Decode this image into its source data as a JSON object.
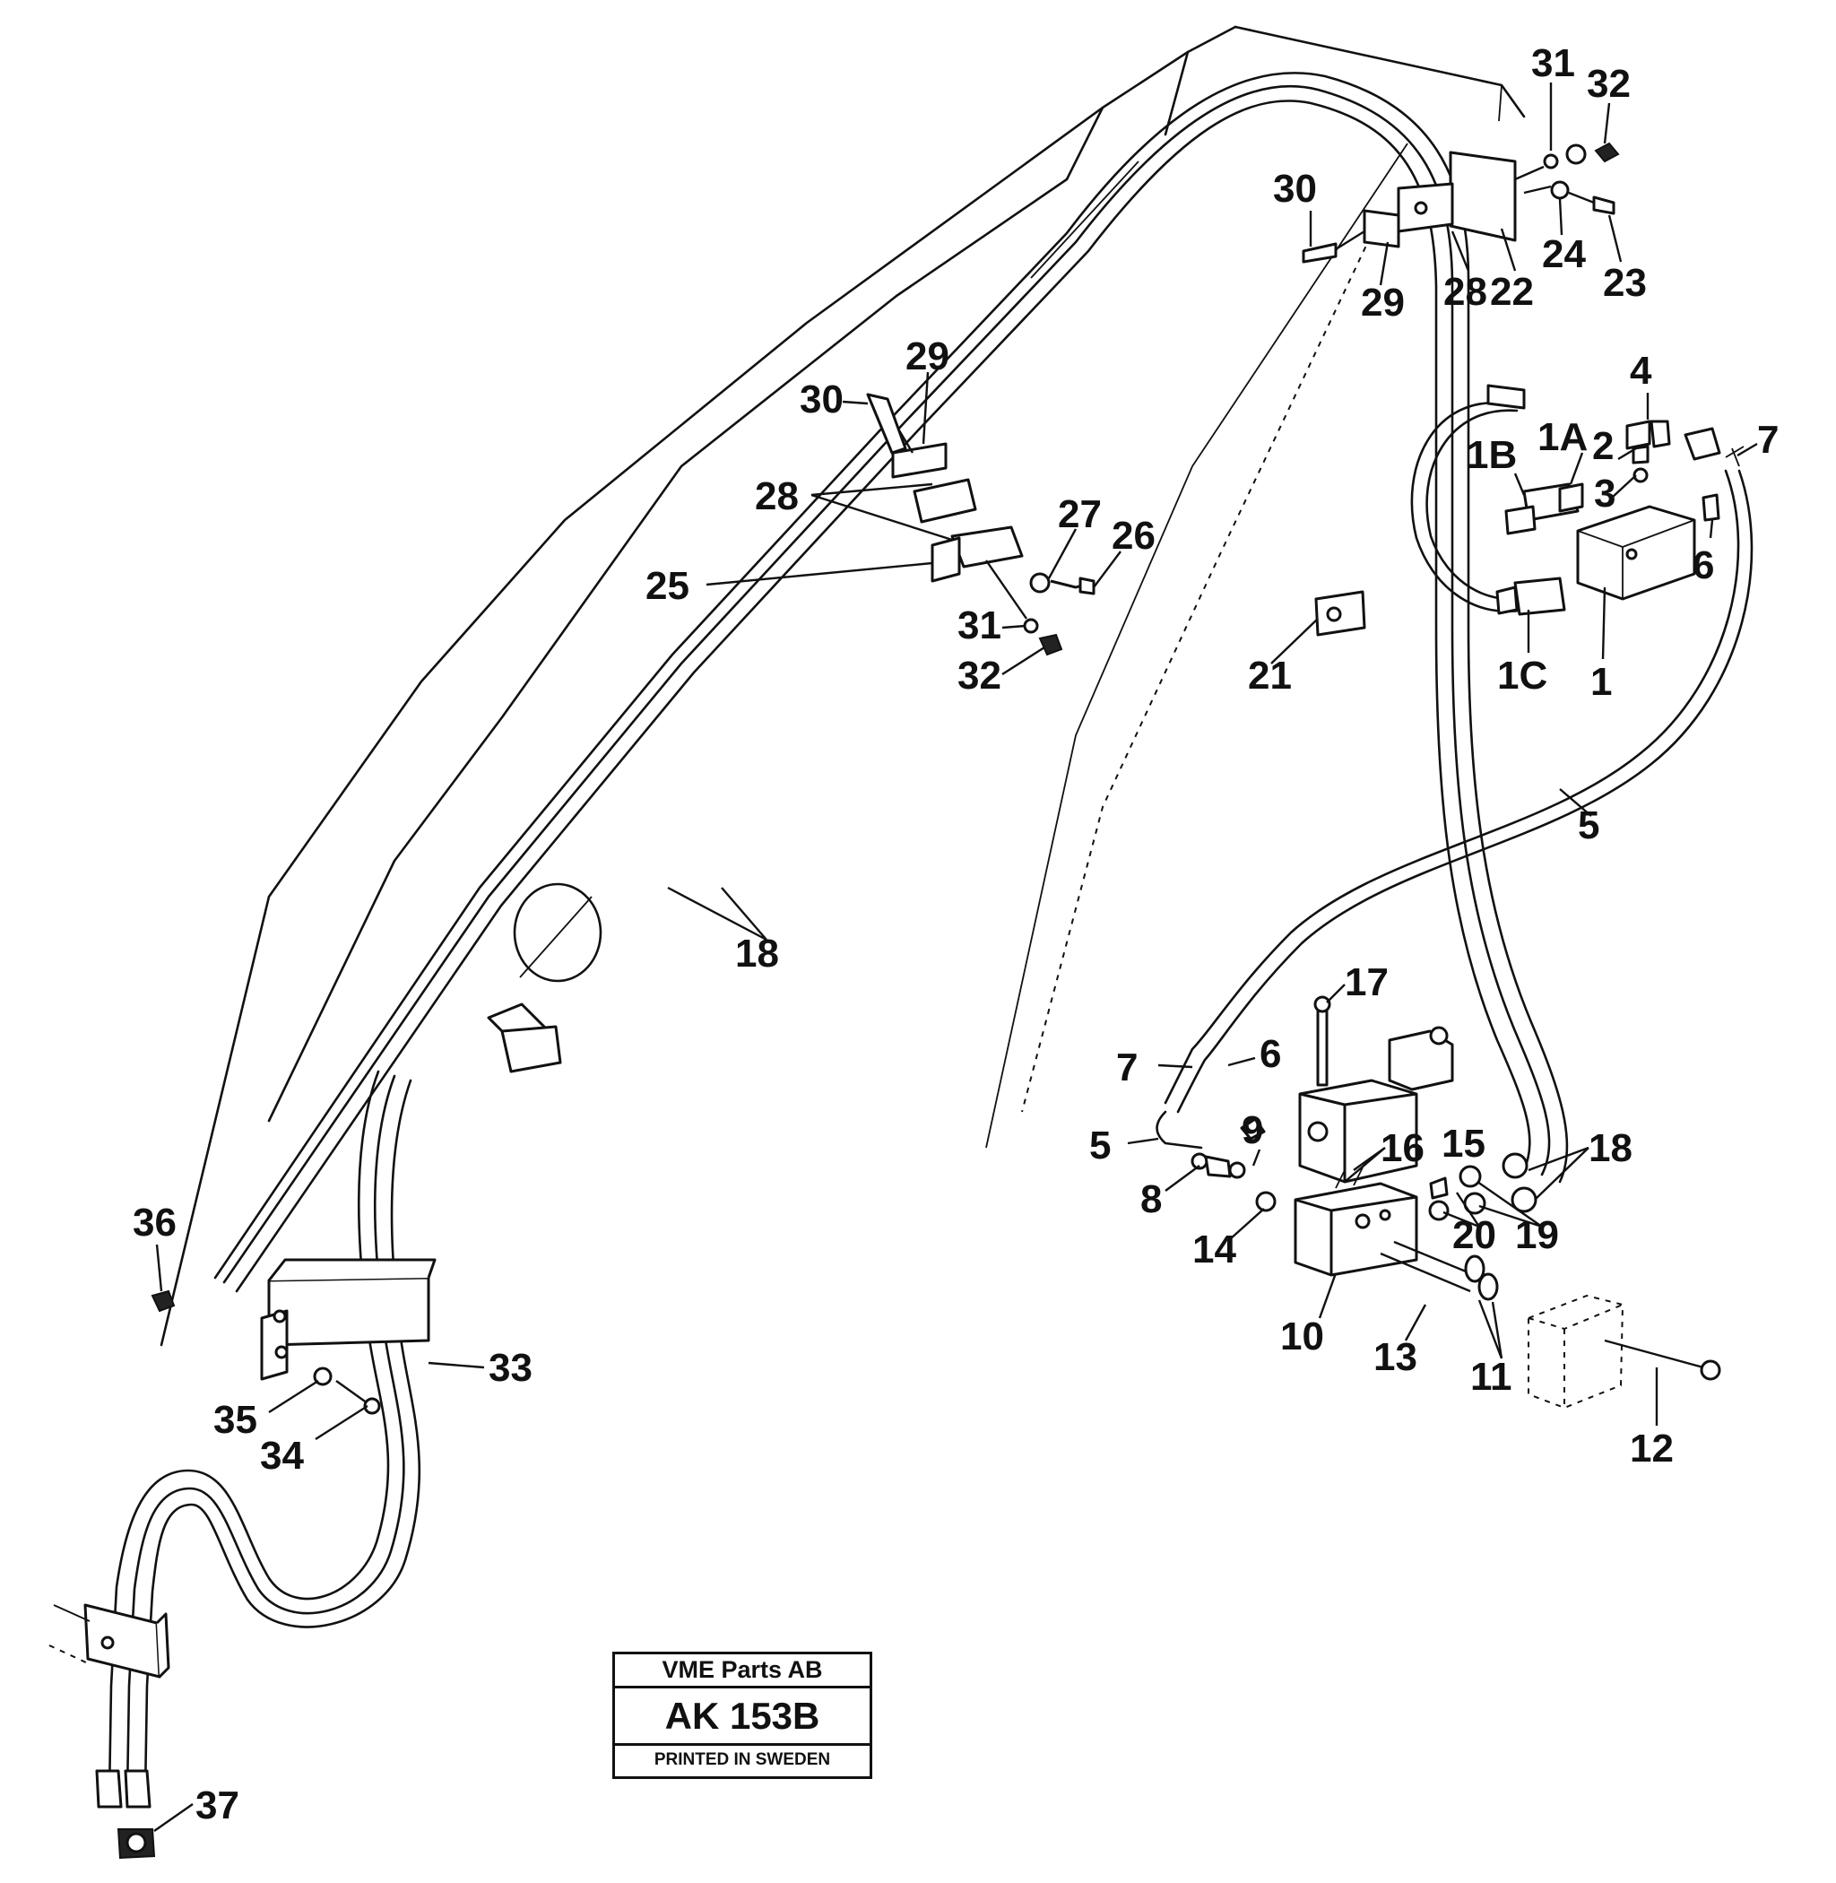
{
  "title_block": {
    "company": "VME Parts AB",
    "code": "AK 153B",
    "note": "PRINTED IN SWEDEN"
  },
  "callouts": [
    "1",
    "1A",
    "1B",
    "1C",
    "2",
    "3",
    "4",
    "5",
    "6",
    "7",
    "8",
    "9",
    "10",
    "11",
    "12",
    "13",
    "14",
    "15",
    "16",
    "17",
    "18",
    "19",
    "20",
    "21",
    "22",
    "23",
    "24",
    "25",
    "26",
    "27",
    "28",
    "29",
    "30",
    "31",
    "32",
    "33",
    "34",
    "35",
    "36",
    "37"
  ],
  "labels": {
    "l31a": "31",
    "l32a": "32",
    "l30a": "30",
    "l29a": "29",
    "l28a": "28",
    "l22": "22",
    "l24": "24",
    "l23": "23",
    "l29b": "29",
    "l30b": "30",
    "l28b": "28",
    "l27": "27",
    "l26": "26",
    "l25": "25",
    "l31b": "31",
    "l32b": "32",
    "l21": "21",
    "l4": "4",
    "l7a": "7",
    "l2": "2",
    "l1A": "1A",
    "l1B": "1B",
    "l3": "3",
    "l6a": "6",
    "l1C": "1C",
    "l1": "1",
    "l5a": "5",
    "l18a": "18",
    "l17": "17",
    "l6b": "6",
    "l7b": "7",
    "l5b": "5",
    "l9": "9",
    "l16": "16",
    "l15": "15",
    "l18b": "18",
    "l8": "8",
    "l14": "14",
    "l20": "20",
    "l19": "19",
    "l10": "10",
    "l13": "13",
    "l11": "11",
    "l12": "12",
    "l36": "36",
    "l33": "33",
    "l35": "35",
    "l34": "34",
    "l37": "37"
  },
  "colors": {
    "ink": "#111111",
    "paper": "#ffffff"
  }
}
